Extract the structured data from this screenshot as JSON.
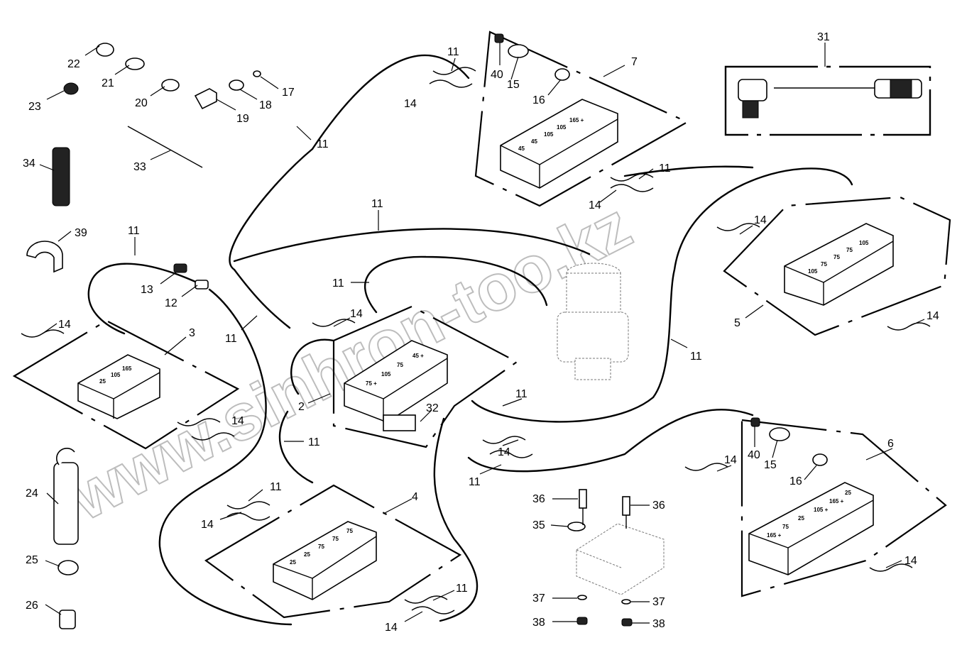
{
  "watermark": "www.sinhron-too.kz",
  "callouts": [
    {
      "id": "c1",
      "text": "22"
    },
    {
      "id": "c2",
      "text": "21"
    },
    {
      "id": "c3",
      "text": "20"
    },
    {
      "id": "c4",
      "text": "19"
    },
    {
      "id": "c5",
      "text": "18"
    },
    {
      "id": "c6",
      "text": "17"
    },
    {
      "id": "c7",
      "text": "23"
    },
    {
      "id": "c8",
      "text": "33"
    },
    {
      "id": "c9",
      "text": "34"
    },
    {
      "id": "c10",
      "text": "39"
    },
    {
      "id": "c11",
      "text": "11"
    },
    {
      "id": "c12",
      "text": "13"
    },
    {
      "id": "c13",
      "text": "12"
    },
    {
      "id": "c14",
      "text": "14"
    },
    {
      "id": "c15",
      "text": "3"
    },
    {
      "id": "c16",
      "text": "11"
    },
    {
      "id": "c17",
      "text": "14"
    },
    {
      "id": "c18",
      "text": "24"
    },
    {
      "id": "c19",
      "text": "25"
    },
    {
      "id": "c20",
      "text": "26"
    },
    {
      "id": "c21",
      "text": "11"
    },
    {
      "id": "c22",
      "text": "40"
    },
    {
      "id": "c23",
      "text": "15"
    },
    {
      "id": "c24",
      "text": "7"
    },
    {
      "id": "c25",
      "text": "16"
    },
    {
      "id": "c26",
      "text": "14"
    },
    {
      "id": "c27",
      "text": "11"
    },
    {
      "id": "c28",
      "text": "11"
    },
    {
      "id": "c29",
      "text": "14"
    },
    {
      "id": "c30",
      "text": "11"
    },
    {
      "id": "c31",
      "text": "31"
    },
    {
      "id": "c32",
      "text": "14"
    },
    {
      "id": "c33",
      "text": "5"
    },
    {
      "id": "c34",
      "text": "14"
    },
    {
      "id": "c35",
      "text": "11"
    },
    {
      "id": "c36",
      "text": "11"
    },
    {
      "id": "c37",
      "text": "14"
    },
    {
      "id": "c38",
      "text": "2"
    },
    {
      "id": "c39",
      "text": "32"
    },
    {
      "id": "c40",
      "text": "11"
    },
    {
      "id": "c41",
      "text": "11"
    },
    {
      "id": "c42",
      "text": "14"
    },
    {
      "id": "c43",
      "text": "11"
    },
    {
      "id": "c44",
      "text": "11"
    },
    {
      "id": "c45",
      "text": "14"
    },
    {
      "id": "c46",
      "text": "4"
    },
    {
      "id": "c47",
      "text": "11"
    },
    {
      "id": "c48",
      "text": "14"
    },
    {
      "id": "c49",
      "text": "36"
    },
    {
      "id": "c50",
      "text": "36"
    },
    {
      "id": "c51",
      "text": "35"
    },
    {
      "id": "c52",
      "text": "37"
    },
    {
      "id": "c53",
      "text": "37"
    },
    {
      "id": "c54",
      "text": "38"
    },
    {
      "id": "c55",
      "text": "38"
    },
    {
      "id": "c56",
      "text": "40"
    },
    {
      "id": "c57",
      "text": "15"
    },
    {
      "id": "c58",
      "text": "6"
    },
    {
      "id": "c59",
      "text": "16"
    },
    {
      "id": "c60",
      "text": "14"
    },
    {
      "id": "c61",
      "text": "14"
    }
  ],
  "block_markings": {
    "block3": [
      "25",
      "105",
      "165"
    ],
    "block2": [
      "75 +",
      "105",
      "75",
      "45 +"
    ],
    "block4": [
      "25",
      "25",
      "75",
      "75",
      "75"
    ],
    "block7": [
      "45",
      "45",
      "105",
      "105",
      "165 +"
    ],
    "block5": [
      "105",
      "75",
      "75",
      "75",
      "105"
    ],
    "block6": [
      "165 +",
      "75",
      "25",
      "105 +",
      "165 +",
      "25"
    ]
  }
}
